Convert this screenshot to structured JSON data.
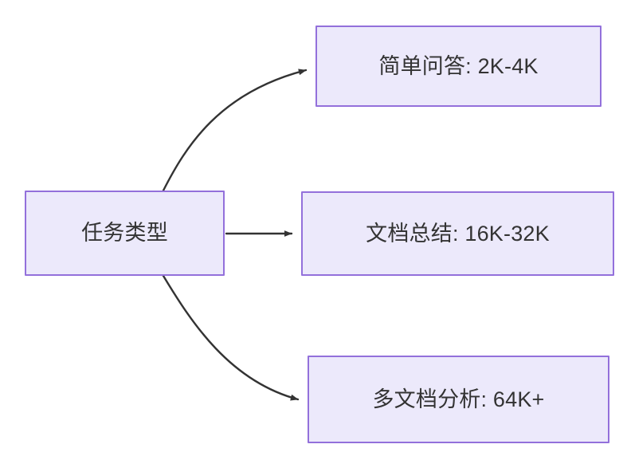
{
  "diagram": {
    "type": "flowchart",
    "direction": "left-to-right",
    "theme": {
      "node_fill": "#ece9fb",
      "node_border": "#9370db",
      "text_color": "#333333",
      "edge_color": "#333333",
      "background": "#ffffff"
    },
    "source_node": {
      "id": "task-type",
      "label": "任务类型"
    },
    "target_nodes": [
      {
        "id": "simple-qa",
        "label": "简单问答: 2K-4K"
      },
      {
        "id": "doc-summary",
        "label": "文档总结: 16K-32K"
      },
      {
        "id": "multi-doc-analysis",
        "label": "多文档分析: 64K+"
      }
    ],
    "edges": [
      {
        "from": "task-type",
        "to": "simple-qa",
        "style": "curved",
        "arrow": "triangle",
        "label": ""
      },
      {
        "from": "task-type",
        "to": "doc-summary",
        "style": "straight",
        "arrow": "triangle",
        "label": ""
      },
      {
        "from": "task-type",
        "to": "multi-doc-analysis",
        "style": "curved",
        "arrow": "triangle",
        "label": ""
      }
    ]
  }
}
